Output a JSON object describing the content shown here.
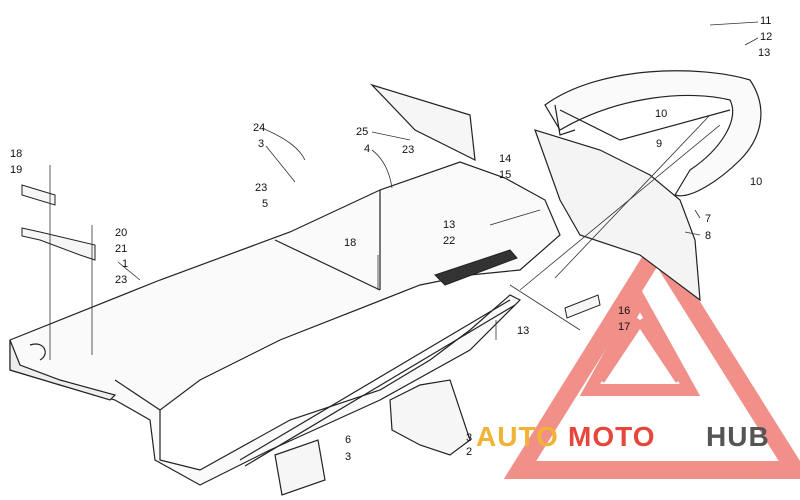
{
  "callouts": [
    {
      "id": "c1",
      "text": "1"
    },
    {
      "id": "c2",
      "text": "2"
    },
    {
      "id": "c3a",
      "text": "3"
    },
    {
      "id": "c3b",
      "text": "3"
    },
    {
      "id": "c3c",
      "text": "3"
    },
    {
      "id": "c4",
      "text": "4"
    },
    {
      "id": "c5",
      "text": "5"
    },
    {
      "id": "c6",
      "text": "6"
    },
    {
      "id": "c7",
      "text": "7"
    },
    {
      "id": "c8",
      "text": "8"
    },
    {
      "id": "c9",
      "text": "9"
    },
    {
      "id": "c10a",
      "text": "10"
    },
    {
      "id": "c10b",
      "text": "10"
    },
    {
      "id": "c11",
      "text": "11"
    },
    {
      "id": "c12",
      "text": "12"
    },
    {
      "id": "c13a",
      "text": "13"
    },
    {
      "id": "c13b",
      "text": "13"
    },
    {
      "id": "c13c",
      "text": "13"
    },
    {
      "id": "c14",
      "text": "14"
    },
    {
      "id": "c15",
      "text": "15"
    },
    {
      "id": "c16",
      "text": "16"
    },
    {
      "id": "c17",
      "text": "17"
    },
    {
      "id": "c18a",
      "text": "18"
    },
    {
      "id": "c18b",
      "text": "18"
    },
    {
      "id": "c19",
      "text": "19"
    },
    {
      "id": "c20",
      "text": "20"
    },
    {
      "id": "c21",
      "text": "21"
    },
    {
      "id": "c22",
      "text": "22"
    },
    {
      "id": "c23a",
      "text": "23"
    },
    {
      "id": "c23b",
      "text": "23"
    },
    {
      "id": "c23c",
      "text": "23"
    },
    {
      "id": "c24",
      "text": "24"
    },
    {
      "id": "c25",
      "text": "25"
    }
  ],
  "watermark": {
    "part1": "AUTO",
    "part2": "MOTO",
    "part3": "HUB",
    "colors": {
      "auto": "#f2b233",
      "moto": "#e8463c",
      "hub": "#555555",
      "triangle": "#e8463c"
    }
  },
  "colors": {
    "line": "#222222",
    "callout_accent": "#e23a30",
    "fill": "#f7f7f7"
  }
}
